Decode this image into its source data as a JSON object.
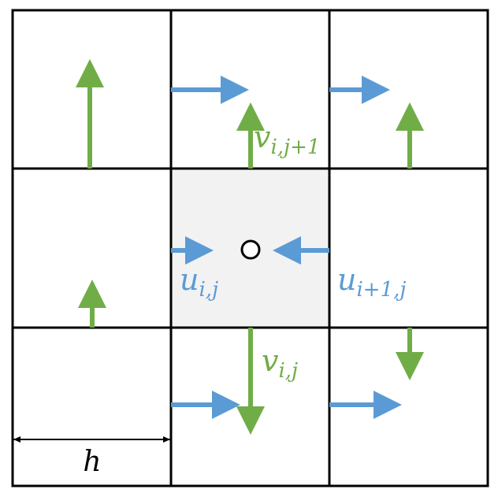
{
  "colors": {
    "grid": "#000000",
    "center_cell": "#f2f2f2",
    "u_arrow": "#5b9bd5",
    "v_arrow": "#70ad47",
    "label_u": "#5b9bd5",
    "label_v": "#70ad47",
    "text": "#000000"
  },
  "grid": {
    "rows": 3,
    "cols": 3,
    "highlighted_cell": "center"
  },
  "labels": {
    "v_top": {
      "main": "v",
      "sub": "i,j+1"
    },
    "u_left": {
      "main": "u",
      "sub": "i,j"
    },
    "u_right": {
      "main": "u",
      "sub": "i+1,j"
    },
    "v_bottom": {
      "main": "v",
      "sub": "i,j"
    },
    "h": "h"
  },
  "icons": {
    "center_marker": "circle-marker-icon",
    "dimension": "double-headed-arrow-icon"
  }
}
